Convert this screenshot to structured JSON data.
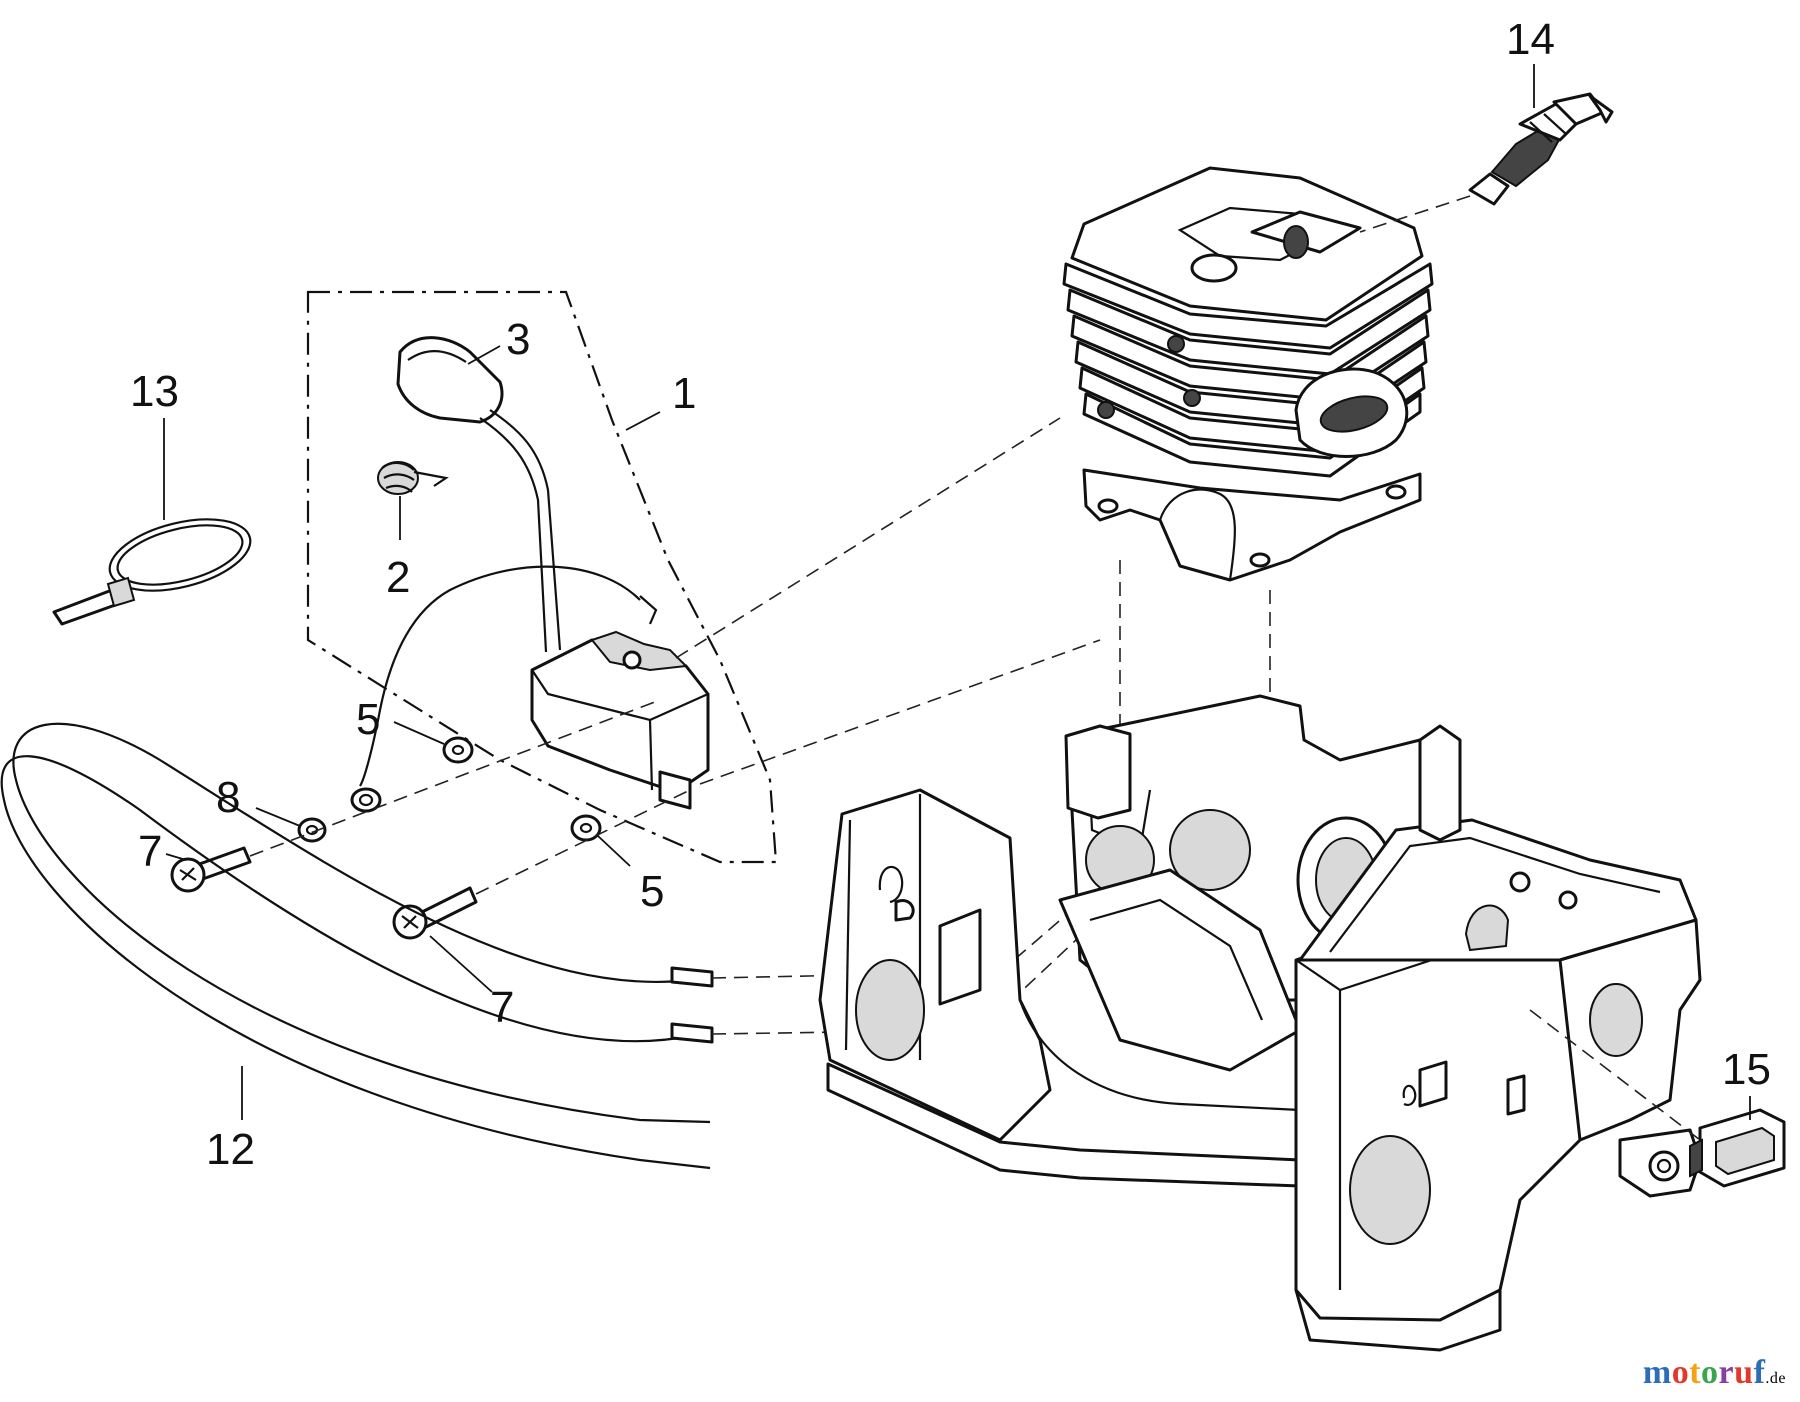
{
  "callouts": [
    {
      "id": "1",
      "label": "1"
    },
    {
      "id": "2",
      "label": "2"
    },
    {
      "id": "3",
      "label": "3"
    },
    {
      "id": "5a",
      "label": "5"
    },
    {
      "id": "5b",
      "label": "5"
    },
    {
      "id": "7a",
      "label": "7"
    },
    {
      "id": "7b",
      "label": "7"
    },
    {
      "id": "8",
      "label": "8"
    },
    {
      "id": "12",
      "label": "12"
    },
    {
      "id": "13",
      "label": "13"
    },
    {
      "id": "14",
      "label": "14"
    },
    {
      "id": "15",
      "label": "15"
    }
  ],
  "watermark": {
    "letters": [
      "m",
      "o",
      "t",
      "o",
      "r",
      "u",
      "f"
    ],
    "colors": [
      "#2d6db5",
      "#e13a2b",
      "#f3a21a",
      "#3aa54a",
      "#8a3fa0",
      "#e13a2b",
      "#2d6db5"
    ],
    "suffix": ".de"
  }
}
